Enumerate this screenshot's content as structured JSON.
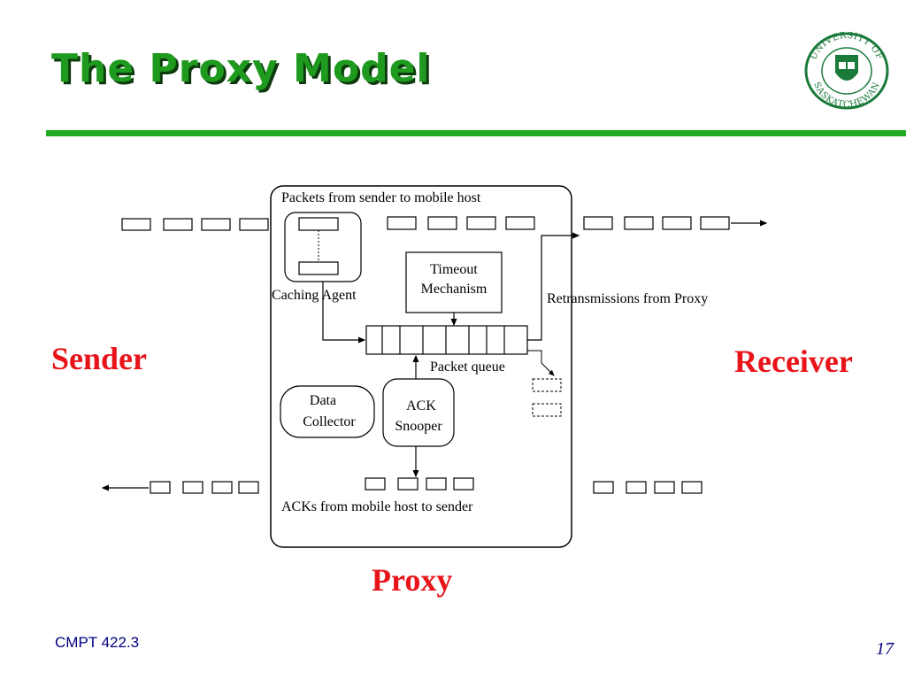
{
  "slide": {
    "title": "The Proxy Model",
    "footer_course": "CMPT 422.3",
    "page_number": "17"
  },
  "logo": {
    "text_top": "UNIVERSITY OF",
    "text_bottom": "SASKATCHEWAN",
    "color": "#1a7a3a"
  },
  "labels": {
    "sender": "Sender",
    "receiver": "Receiver",
    "proxy": "Proxy"
  },
  "diagram": {
    "packets_from_sender": "Packets from sender to mobile host",
    "caching_agent": "Caching Agent",
    "timeout_line1": "Timeout",
    "timeout_line2": "Mechanism",
    "retransmissions": "Retransmissions from Proxy",
    "packet_queue": "Packet queue",
    "data_collector_line1": "Data",
    "data_collector_line2": "Collector",
    "ack_snooper_line1": "ACK",
    "ack_snooper_line2": "Snooper",
    "acks_from_mobile": "ACKs from mobile host to sender"
  },
  "colors": {
    "title_green": "#1e9a1e",
    "rule_green": "#22aa22",
    "label_red": "#e8141a",
    "footer_navy": "#000080"
  }
}
